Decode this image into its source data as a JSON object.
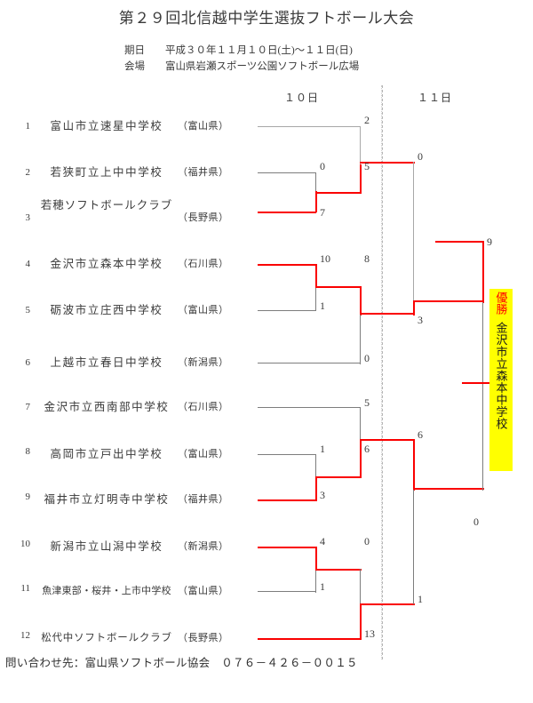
{
  "header": {
    "title": "第２９回北信越中学生選抜フトボール大会",
    "date_label": "期日",
    "date_value": "平成３０年１１月１０日(土)〜１１日(日)",
    "venue_label": "会場",
    "venue_value": "富山県岩瀬スポーツ公園ソフトボール広場",
    "day1": "１０日",
    "day2": "１１日"
  },
  "teams": [
    {
      "seed": "1",
      "name": "富山市立速星中学校",
      "pref": "（富山県）",
      "highlight": "none"
    },
    {
      "seed": "2",
      "name": "若狭町立上中中学校",
      "pref": "（福井県）",
      "highlight": "none"
    },
    {
      "seed": "3",
      "name": "若穂ソフトボールクラブ",
      "pref": "（長野県）",
      "highlight": "none"
    },
    {
      "seed": "4",
      "name": "金沢市立森本中学校",
      "pref": "（石川県）",
      "highlight": "yellow"
    },
    {
      "seed": "5",
      "name": "砺波市立庄西中学校",
      "pref": "（富山県）",
      "highlight": "none"
    },
    {
      "seed": "6",
      "name": "上越市立春日中学校",
      "pref": "（新潟県）",
      "highlight": "none"
    },
    {
      "seed": "7",
      "name": "金沢市立西南部中学校",
      "pref": "（石川県）",
      "highlight": "blue"
    },
    {
      "seed": "8",
      "name": "高岡市立戸出中学校",
      "pref": "（富山県）",
      "highlight": "none"
    },
    {
      "seed": "9",
      "name": "福井市立灯明寺中学校",
      "pref": "（福井県）",
      "highlight": "none"
    },
    {
      "seed": "10",
      "name": "新潟市立山潟中学校",
      "pref": "（新潟県）",
      "highlight": "none"
    },
    {
      "seed": "11",
      "name": "魚津東部・桜井・上市中学校",
      "pref": "（富山県）",
      "highlight": "none"
    },
    {
      "seed": "12",
      "name": "松代中ソフトボールクラブ",
      "pref": "（長野県）",
      "highlight": "none"
    }
  ],
  "scores": {
    "r1_m1_top": "0",
    "r1_m1_bot": "7",
    "r1_m2_top": "10",
    "r1_m2_bot": "1",
    "r1_m3_top": "1",
    "r1_m3_bot": "3",
    "r1_m4_top": "4",
    "r1_m4_bot": "1",
    "r2_m1_top": "2",
    "r2_m1_bot": "5",
    "r2_m2_top": "8",
    "r2_m2_bot": "0",
    "r2_m3_top": "5",
    "r2_m3_bot": "6",
    "r2_m4_top": "0",
    "r2_m4_bot": "13",
    "sf_m1_top": "0",
    "sf_m1_bot": "3",
    "sf_m2_top": "6",
    "sf_m2_bot": "1",
    "final_top": "9",
    "final_bot": "0"
  },
  "champion": {
    "label": "優勝",
    "name": "金沢市立森本中学校"
  },
  "footer": {
    "text": "問い合わせ先：富山県ソフトボール協会　０７６－４２６－００１５"
  },
  "colors": {
    "winner_line": "#fa0000",
    "loser_line": "#7d7d7d",
    "highlight_yellow": "#ffff00",
    "highlight_blue": "#ccd6e8",
    "champion_label": "#ff0000"
  }
}
